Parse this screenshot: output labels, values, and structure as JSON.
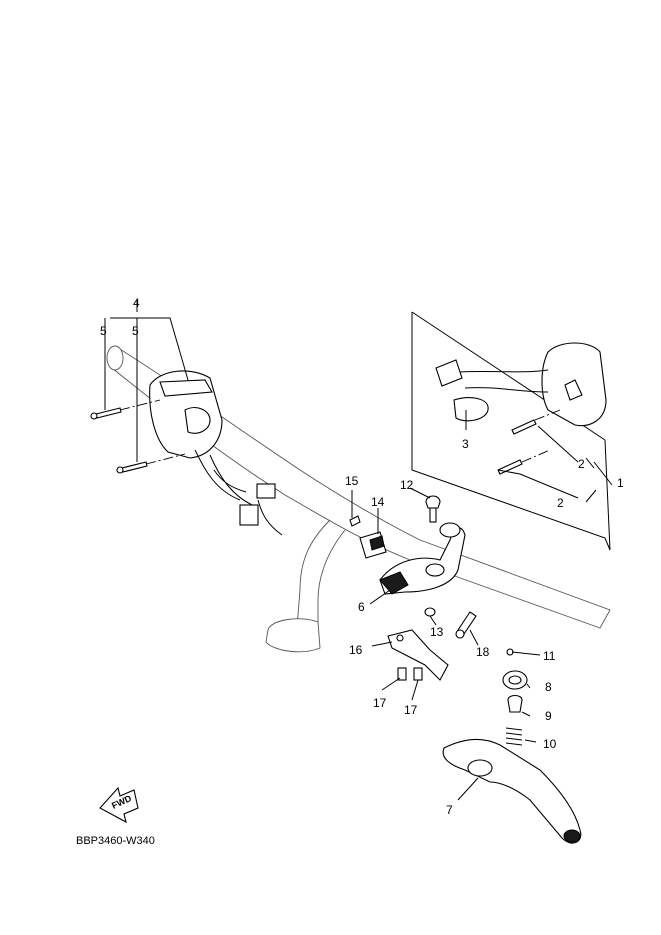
{
  "diagram_code": "BBP3460-W340",
  "fwd_label": "FWD",
  "callouts": [
    "1",
    "2",
    "2",
    "3",
    "4",
    "5",
    "5",
    "6",
    "7",
    "8",
    "9",
    "10",
    "11",
    "12",
    "13",
    "14",
    "15",
    "16",
    "17",
    "17",
    "18"
  ]
}
